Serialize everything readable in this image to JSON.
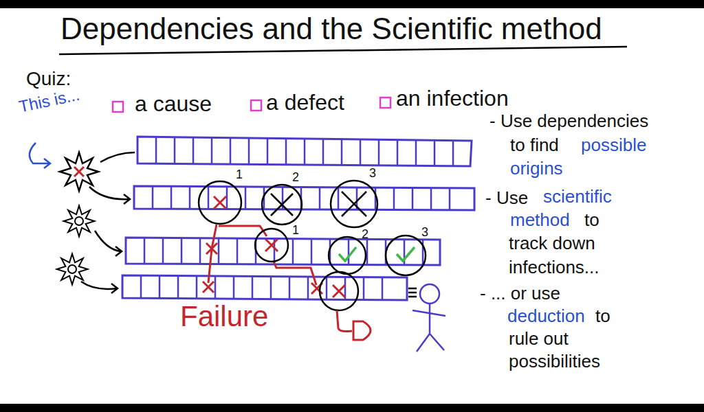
{
  "diagram": {
    "title": "Dependencies and the Scientific method",
    "labels": [
      "Quiz:",
      "This is...",
      "a cause",
      "a defect",
      "an infection",
      "1",
      "2",
      "3",
      "1",
      "2",
      "3",
      "Failure",
      "- Use dependencies",
      "to find",
      "possible",
      "origins",
      "- Use",
      "scientific",
      "method",
      "to",
      "track down",
      "infections...",
      "- ... or use",
      "deduction",
      "to",
      "rule out",
      "possibilities"
    ]
  }
}
